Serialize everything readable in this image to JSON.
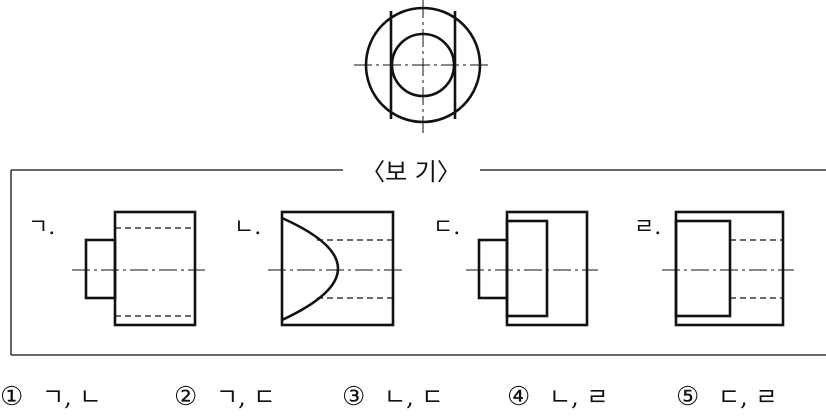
{
  "box_title": "〈보 기〉",
  "views": [
    {
      "label": "ㄱ."
    },
    {
      "label": "ㄴ."
    },
    {
      "label": "ㄷ."
    },
    {
      "label": "ㄹ."
    }
  ],
  "answers": [
    {
      "num": "①",
      "text": "ㄱ, ㄴ"
    },
    {
      "num": "②",
      "text": "ㄱ, ㄷ"
    },
    {
      "num": "③",
      "text": "ㄴ, ㄷ"
    },
    {
      "num": "④",
      "text": "ㄴ, ㄹ"
    },
    {
      "num": "⑤",
      "text": "ㄷ, ㄹ"
    }
  ]
}
